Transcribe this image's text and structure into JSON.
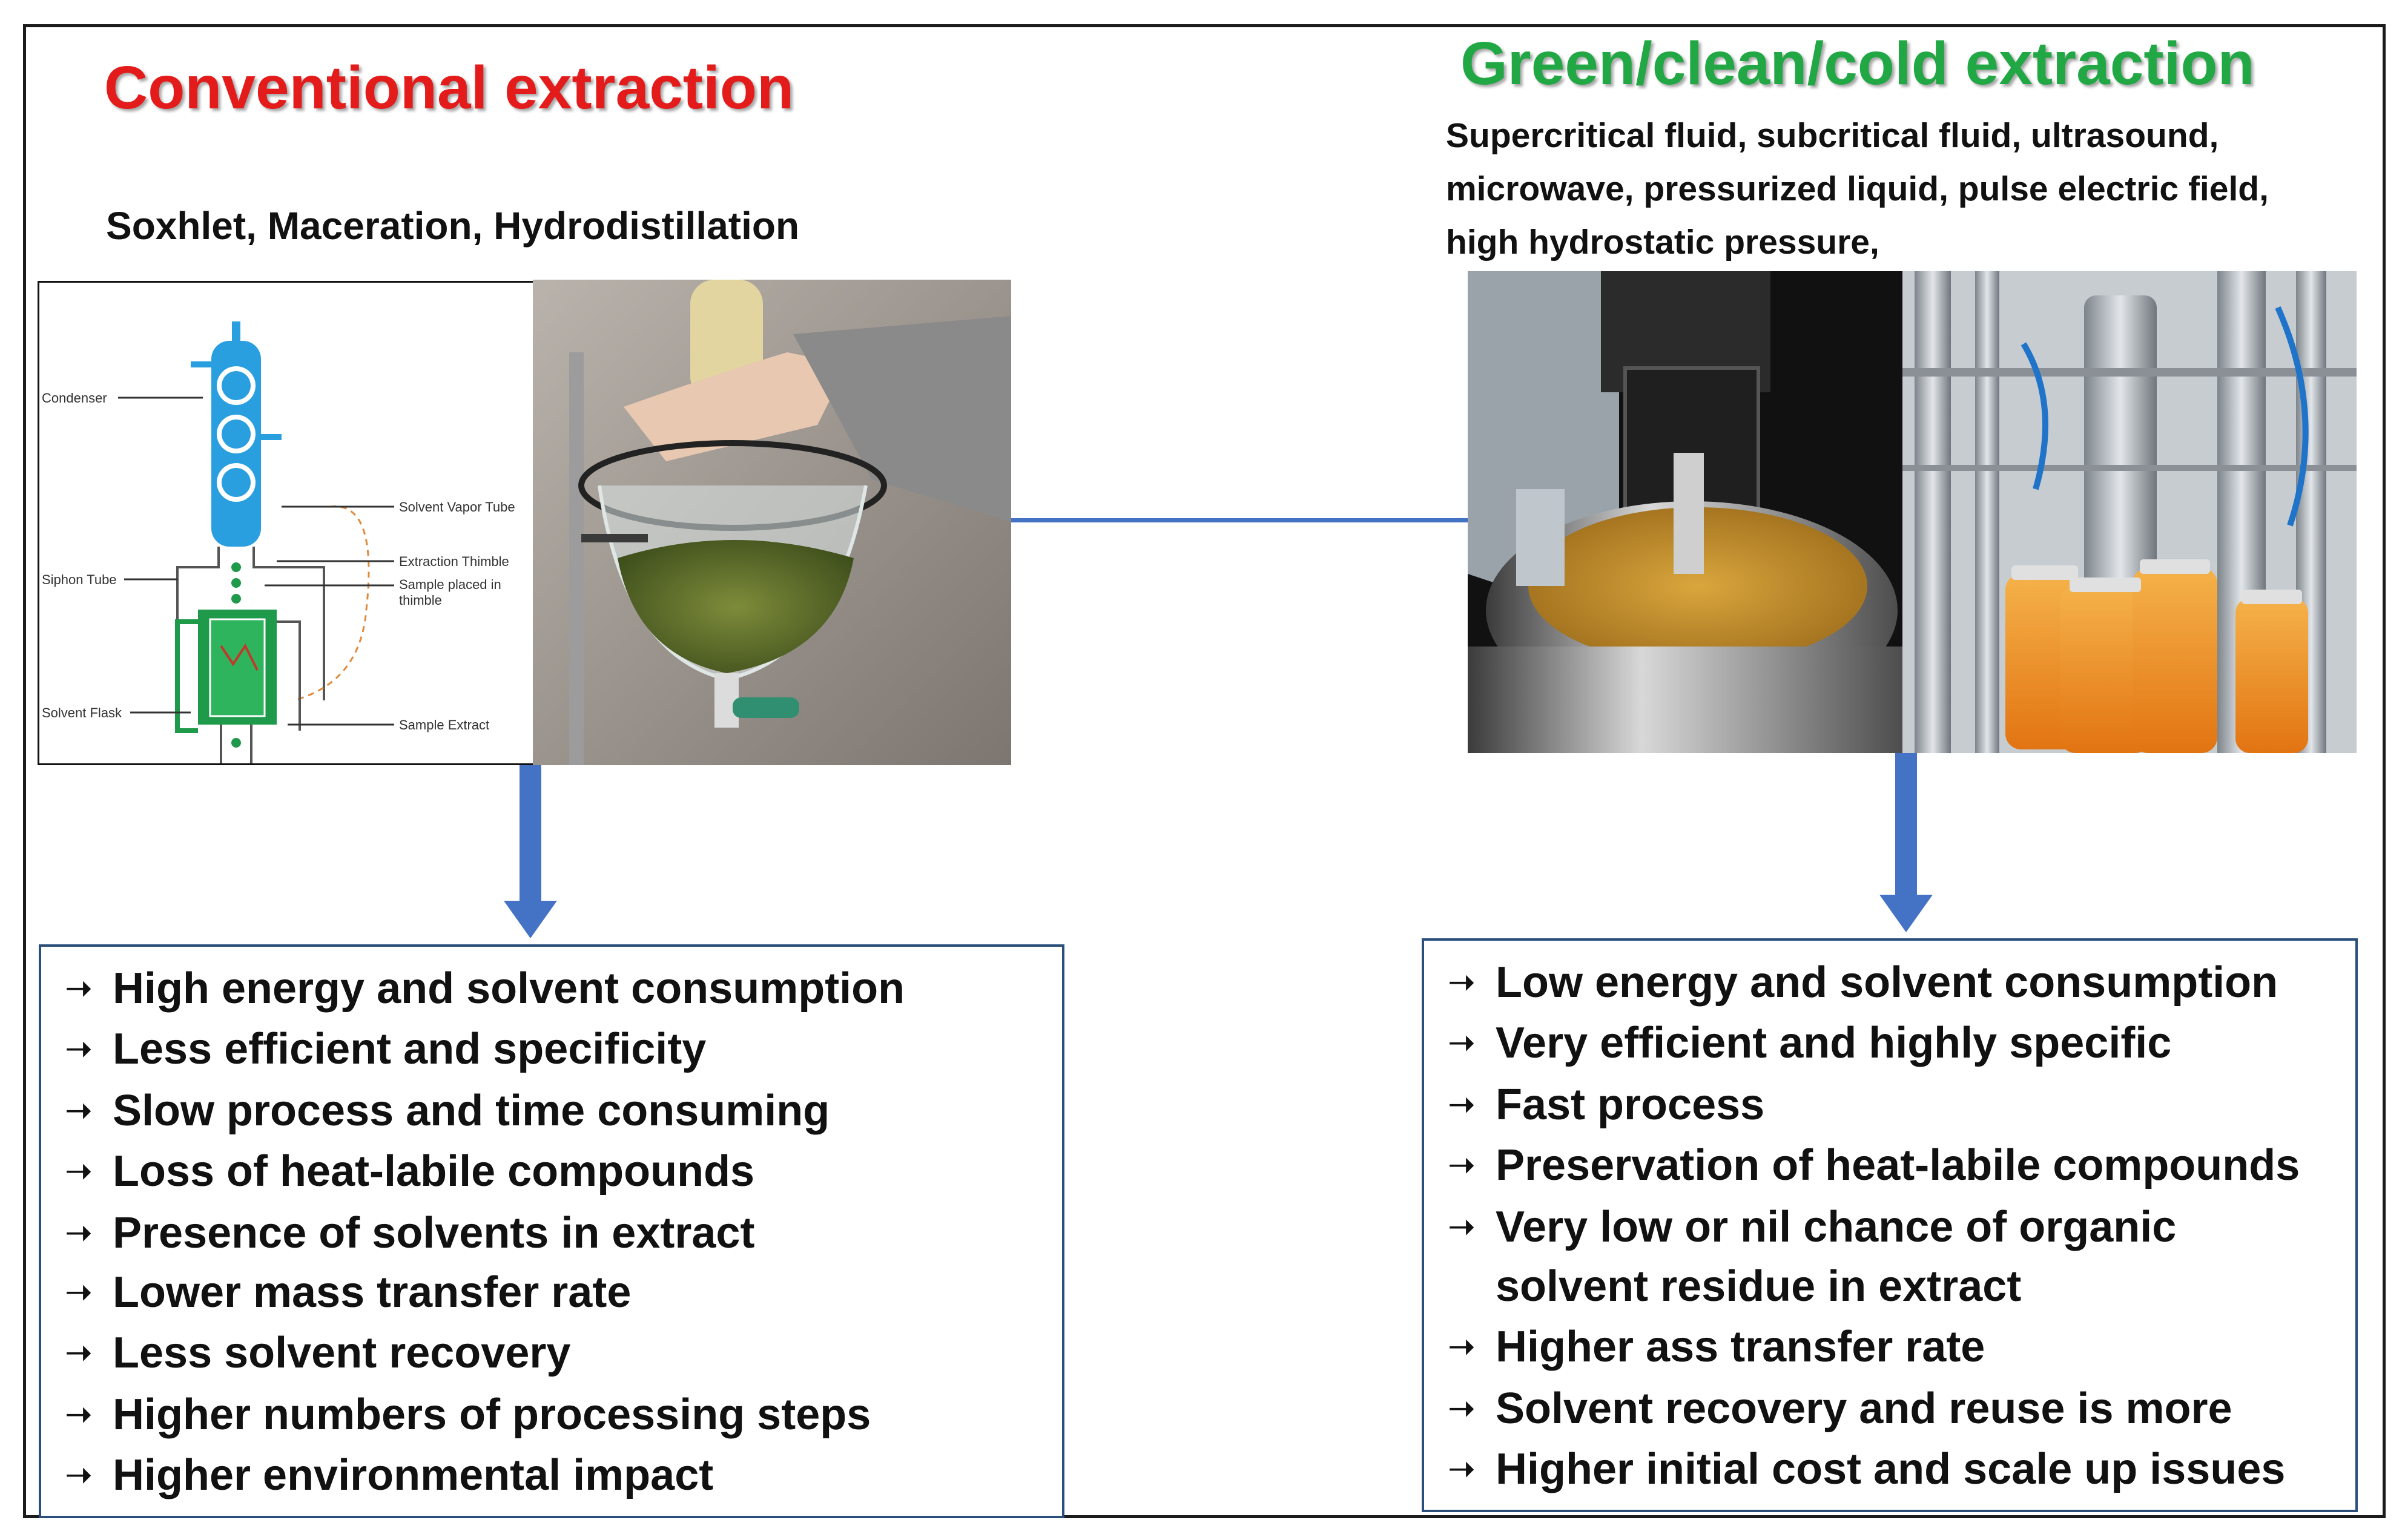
{
  "left": {
    "title": "Conventional extraction",
    "methods": "Soxhlet,  Maceration,  Hydrodistillation",
    "diagram_labels": {
      "condenser": "Condenser",
      "siphon_tube": "Siphon Tube",
      "solvent_flask": "Solvent Flask",
      "solvent_vapor_tube": "Solvent Vapor Tube",
      "extraction_thimble": "Extraction Thimble",
      "sample_placed": "Sample placed in",
      "sample_placed_2": "thimble",
      "sample_extract": "Sample Extract"
    },
    "bullet_symbol": "➝",
    "items": [
      "High energy and solvent consumption",
      "Less efficient and specificity",
      "Slow process and time consuming",
      "Loss of heat-labile compounds",
      "Presence of solvents in extract",
      "Lower mass transfer rate",
      "Less solvent recovery",
      "Higher numbers of processing steps",
      "Higher environmental impact"
    ]
  },
  "right": {
    "title": "Green/clean/cold extraction",
    "methods_lines": [
      "Supercritical fluid, subcritical fluid, ultrasound,",
      "microwave, pressurized liquid, pulse electric field,",
      "high hydrostatic pressure,"
    ],
    "bullet_symbol": "➝",
    "items": [
      "Low energy and solvent consumption",
      "Very efficient and highly specific",
      "Fast process",
      "Preservation of heat-labile compounds",
      "Very low or nil chance of organic",
      "solvent residue in extract",
      "Higher ass transfer rate",
      "Solvent recovery and reuse is more",
      "Higher initial cost and scale up issues"
    ]
  },
  "colors": {
    "left_title": "#e31b1b",
    "right_title": "#22a745",
    "arrows": "#4472c4",
    "box_border": "#2b4f7a",
    "soxhlet_blue": "#2a9fe0",
    "soxhlet_green": "#1e9a4a"
  }
}
